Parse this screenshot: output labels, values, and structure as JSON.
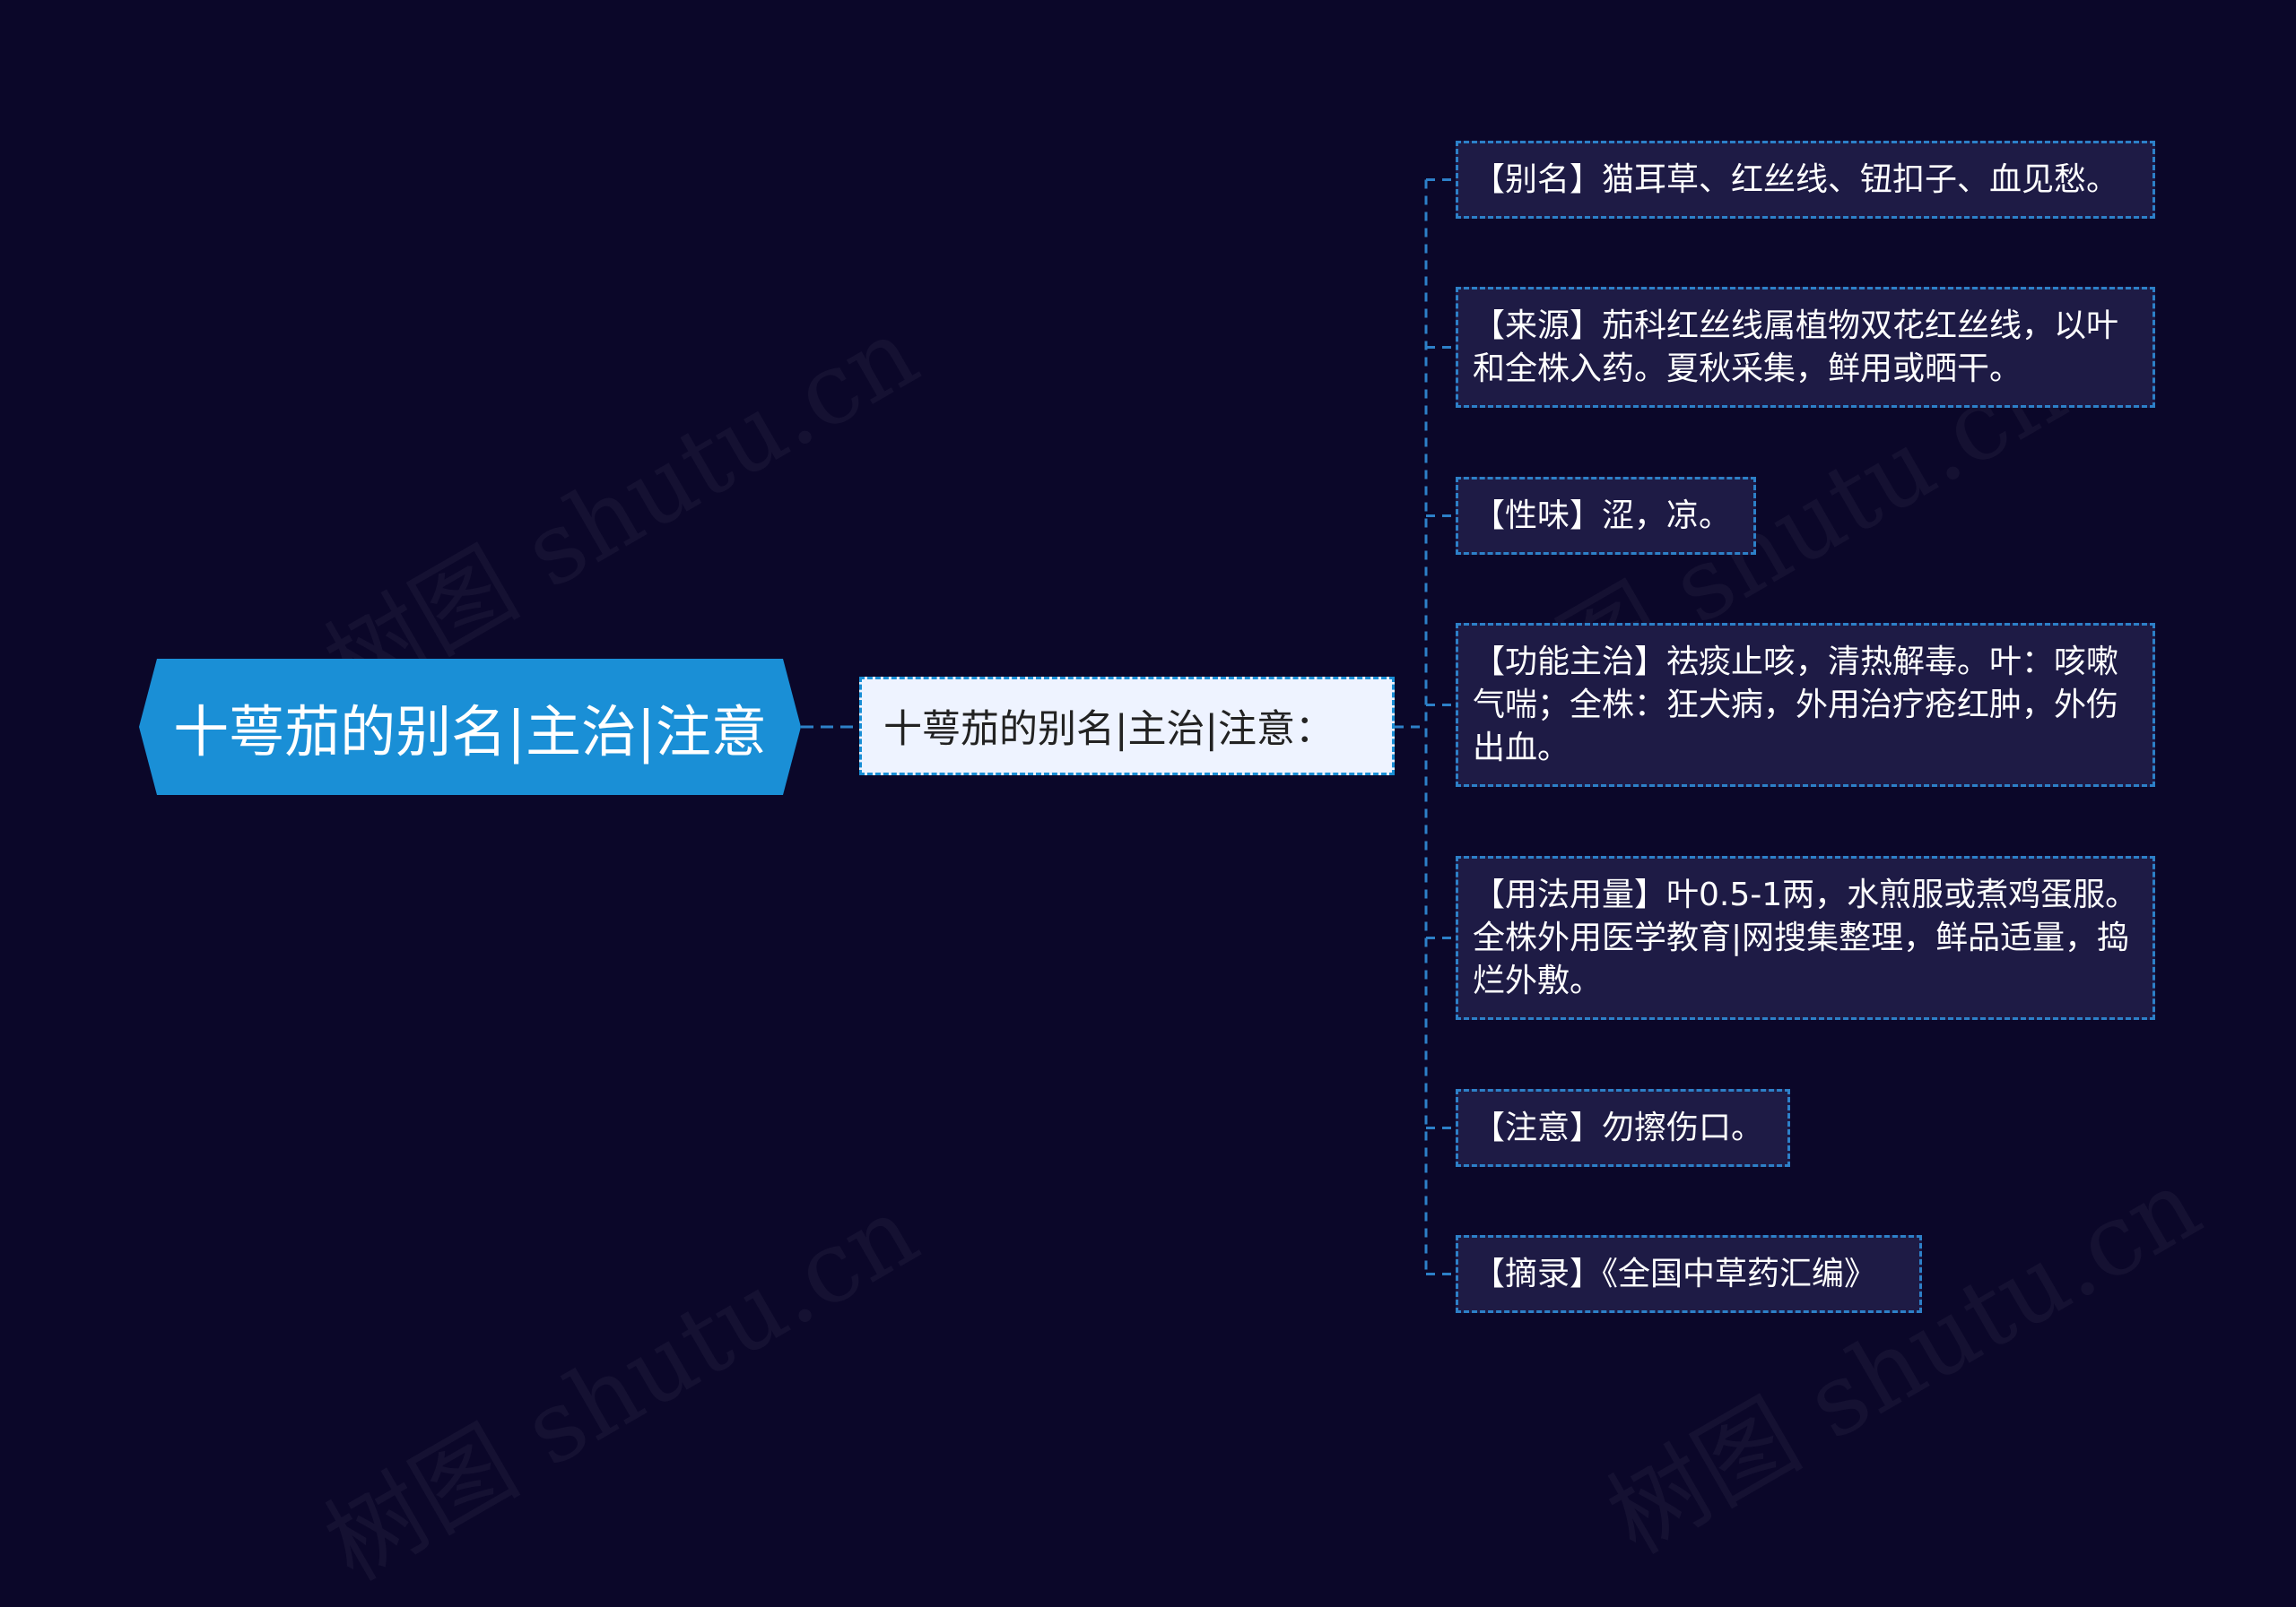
{
  "watermark_text": "树图 shutu.cn",
  "colors": {
    "background": "#0b0729",
    "root_fill": "#1a8fd6",
    "sub_fill": "#eef3ff",
    "leaf_fill": "#1e1b45",
    "line": "#2d80c8"
  },
  "root": {
    "label": "十萼茄的别名|主治|注意"
  },
  "sub": {
    "label": "十萼茄的别名|主治|注意："
  },
  "leaves": [
    {
      "text": "【别名】猫耳草、红丝线、钮扣子、血见愁。"
    },
    {
      "text": "【来源】茄科红丝线属植物双花红丝线，以叶和全株入药。夏秋采集，鲜用或晒干。"
    },
    {
      "text": "【性味】涩，凉。"
    },
    {
      "text": "【功能主治】祛痰止咳，清热解毒。叶：咳嗽气喘；全株：狂犬病，外用治疗疮红肿，外伤出血。"
    },
    {
      "text": "【用法用量】叶0.5-1两，水煎服或煮鸡蛋服。全株外用医学教育|网搜集整理，鲜品适量，捣烂外敷。"
    },
    {
      "text": "【注意】勿擦伤口。"
    },
    {
      "text": "【摘录】《全国中草药汇编》"
    }
  ]
}
